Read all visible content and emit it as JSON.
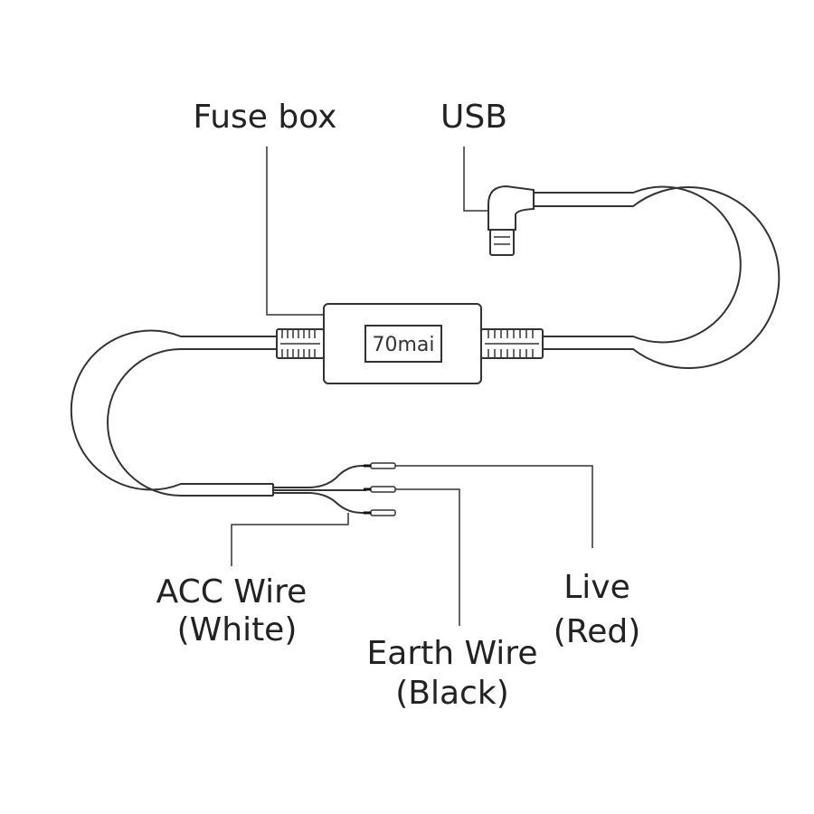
{
  "labels": {
    "fuse_box": "Fuse box",
    "usb": "USB",
    "acc_line1": "ACC Wire",
    "acc_line2": "(White)",
    "earth_line1": "Earth Wire",
    "earth_line2": "(Black)",
    "live_line1": "Live",
    "live_line2": "(Red)"
  },
  "device": {
    "brand": "70mai"
  }
}
